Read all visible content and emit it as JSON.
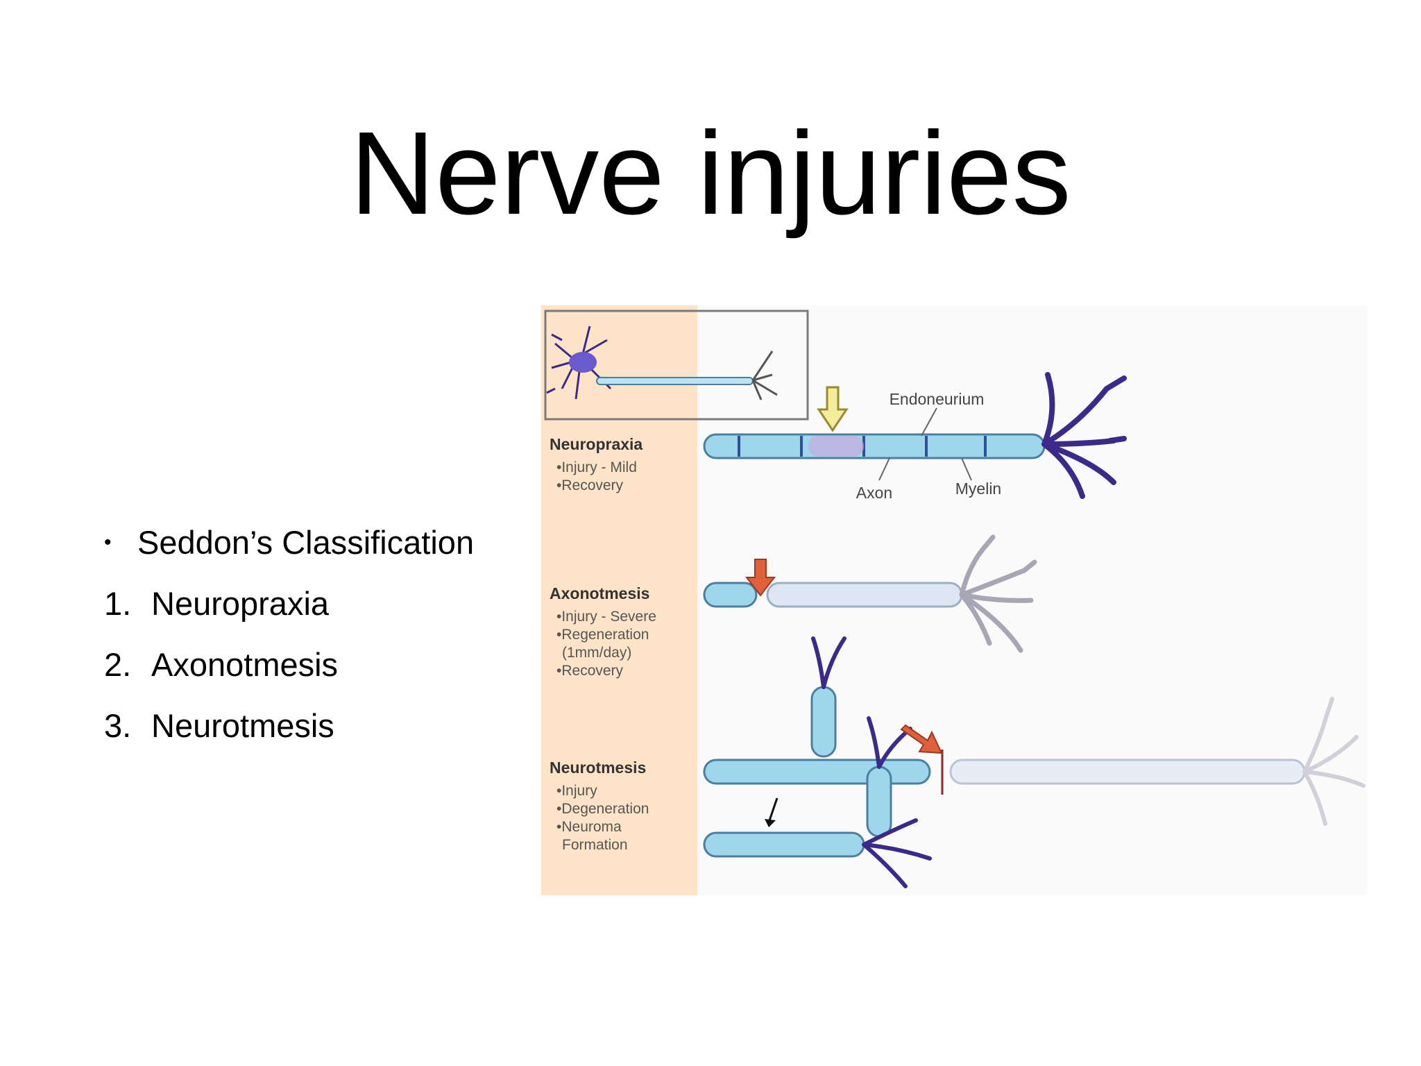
{
  "slide": {
    "title": "Nerve injuries",
    "bullet": "Seddon’s Classification",
    "items": [
      {
        "num": "1.",
        "label": "Neuropraxia"
      },
      {
        "num": "2.",
        "label": "Axonotmesis"
      },
      {
        "num": "3.",
        "label": "Neurotmesis"
      }
    ]
  },
  "diagram": {
    "labels": {
      "endoneurium": "Endoneurium",
      "axon": "Axon",
      "myelin": "Myelin"
    },
    "sections": [
      {
        "heading": "Neuropraxia",
        "lines": [
          "•Injury - Mild",
          "•Recovery"
        ]
      },
      {
        "heading": "Axonotmesis",
        "lines": [
          "•Injury - Severe",
          "•Regeneration",
          "(1mm/day)",
          "•Recovery"
        ]
      },
      {
        "heading": "Neurotmesis",
        "lines": [
          "•Injury",
          "•Degeneration",
          "•Neuroma",
          "Formation"
        ]
      }
    ],
    "colors": {
      "sidebar": "#fde4c8",
      "myelin": "#9fd6ec",
      "axon_outline": "#4a7fa0",
      "dendrite": "#3b2a8a",
      "arrow_mild": "#f3ec9a",
      "arrow_severe": "#e0603c"
    }
  }
}
